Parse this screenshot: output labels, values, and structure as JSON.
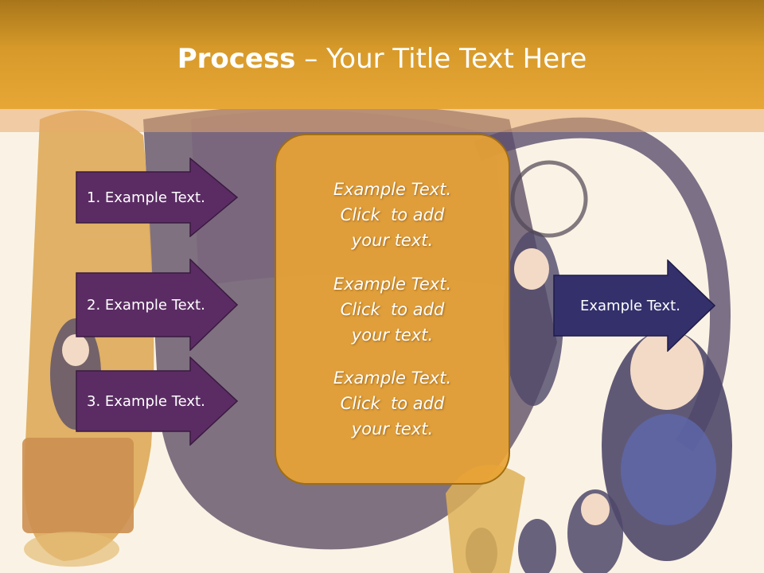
{
  "slide": {
    "title_bold": "Process",
    "title_rest": " – Your Title Text Here",
    "left_steps": [
      {
        "label": "1. Example Text."
      },
      {
        "label": "2. Example Text."
      },
      {
        "label": "3. Example Text."
      }
    ],
    "center_blocks": [
      {
        "line1": "Example Text.",
        "line2": "Click  to add",
        "line3": "your text."
      },
      {
        "line1": "Example Text.",
        "line2": "Click  to add",
        "line3": "your text."
      },
      {
        "line1": "Example Text.",
        "line2": "Click  to add",
        "line3": "your text."
      }
    ],
    "right_arrow": {
      "label": "Example Text."
    }
  },
  "colors": {
    "header": "#e3a232",
    "left_arrow": "#5b2c64",
    "right_arrow": "#33306c",
    "center_box": "#e8a334"
  }
}
